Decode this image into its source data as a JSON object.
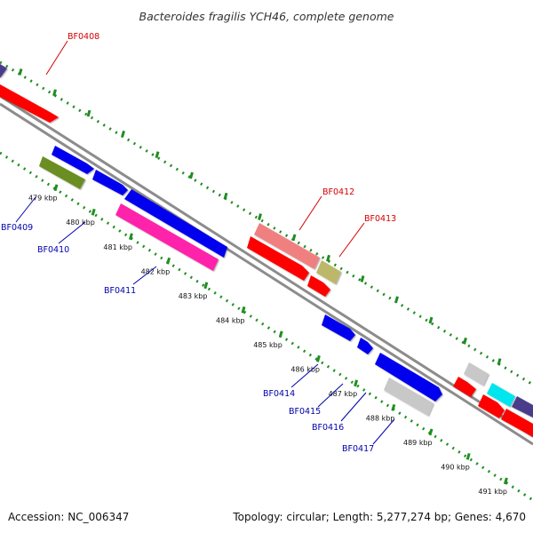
{
  "title": "Bacteroides fragilis YCH46, complete genome",
  "footer": {
    "accession": "Accession: NC_006347",
    "summary": "Topology: circular; Length: 5,277,274 bp; Genes: 4,670"
  },
  "colors": {
    "backbone": "#8c8c8c",
    "tick_outer": "#238b23",
    "tick_inner": "#1f8f1f",
    "label_top": "#d40000",
    "label_bottom": "#0000aa"
  },
  "kbp_markers": [
    "479 kbp",
    "480 kbp",
    "481 kbp",
    "482 kbp",
    "483 kbp",
    "484 kbp",
    "485 kbp",
    "486 kbp",
    "487 kbp",
    "488 kbp",
    "489 kbp",
    "490 kbp",
    "491 kbp"
  ],
  "gene_labels_top": [
    "BF0408",
    "BF0412",
    "BF0413"
  ],
  "gene_labels_bottom": [
    "BF0409",
    "BF0410",
    "BF0411",
    "BF0414",
    "BF0415",
    "BF0416",
    "BF0417"
  ],
  "gene_colors": {
    "red": "#ff0000",
    "blue": "#0000ee",
    "pink": "#ff22aa",
    "salmon": "#f08080",
    "olive": "#6b8e23",
    "khaki": "#bdb76b",
    "grey": "#c8c8c8",
    "cyan": "#00e5ee",
    "slate": "#483d8b"
  }
}
